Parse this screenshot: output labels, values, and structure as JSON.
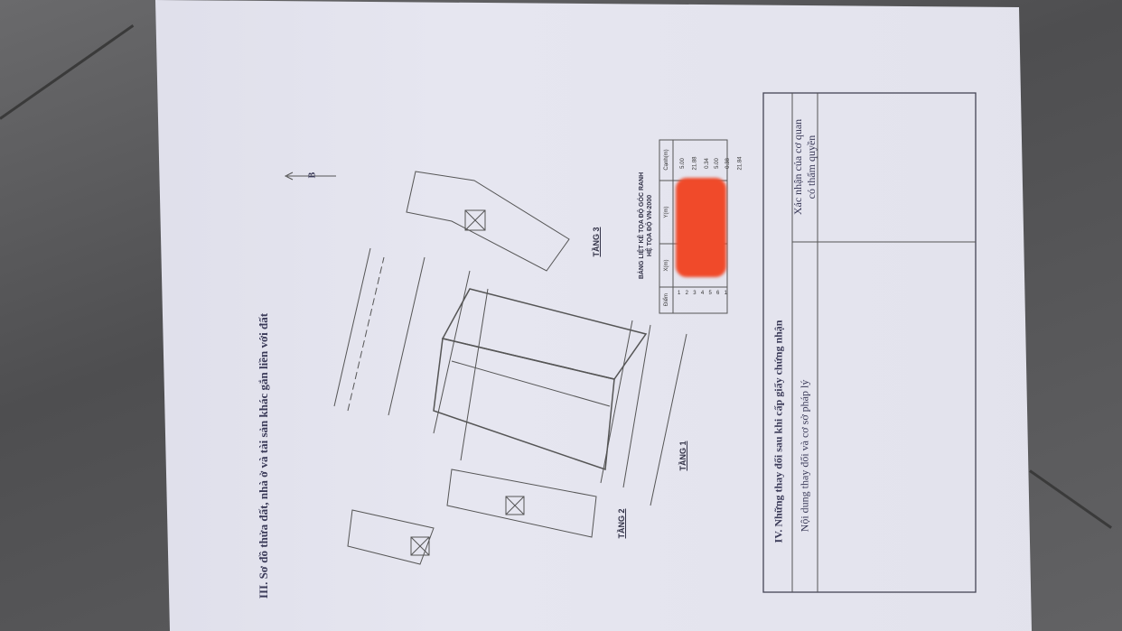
{
  "section3": {
    "title": "III. Sơ đồ thửa đất, nhà ở và tài sản khác gắn liền với đất"
  },
  "north_label": "B",
  "floors": {
    "tang1": "TẦNG 1",
    "tang2": "TẦNG 2",
    "tang3": "TẦNG 3"
  },
  "coord_table": {
    "title_line1": "BẢNG LIỆT KÊ TỌA ĐỘ GÓC RANH",
    "title_line2": "HỆ TỌA ĐỘ VN-2000",
    "columns": [
      "Điểm",
      "X(m)",
      "Y(m)",
      "Cạnh(m)"
    ],
    "points": [
      "1",
      "2",
      "3",
      "4",
      "5",
      "6",
      "1"
    ],
    "edges": [
      "5.00",
      "21.88",
      "0.34",
      "5.00",
      "0.38",
      "21.84"
    ]
  },
  "section4": {
    "title": "IV. Những thay đổi sau khi cấp giấy chứng nhận",
    "col1": "Nội dung thay đổi và cơ sở pháp lý",
    "col2_line1": "Xác nhận của cơ quan",
    "col2_line2": "có thẩm quyền"
  },
  "colors": {
    "paper": "#e4e4ee",
    "ink": "#3a3a58",
    "redaction": "#f04a2a"
  }
}
